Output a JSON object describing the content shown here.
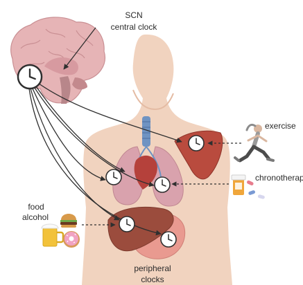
{
  "labels": {
    "scn_line1": "SCN",
    "scn_line2": "central clock",
    "exercise": "exercise",
    "chronotherapy": "chronotherap",
    "food": "food",
    "alcohol": "alcohol",
    "peripheral_line1": "peripheral",
    "peripheral_line2": "clocks"
  },
  "colors": {
    "skin": "#f1d3bf",
    "brain": "#e6b4b6",
    "lung": "#d9a2ad",
    "muscle": "#b94b3e",
    "liver": "#9b4c3d",
    "stomach": "#e99a90",
    "trachea": "#6f93c2",
    "clock_stroke": "#2f2f2f"
  },
  "icons": [
    "brain-icon",
    "clock-icon",
    "runner-icon",
    "pill-bottle-icon",
    "burger-icon",
    "beer-mug-icon",
    "donut-icon"
  ]
}
